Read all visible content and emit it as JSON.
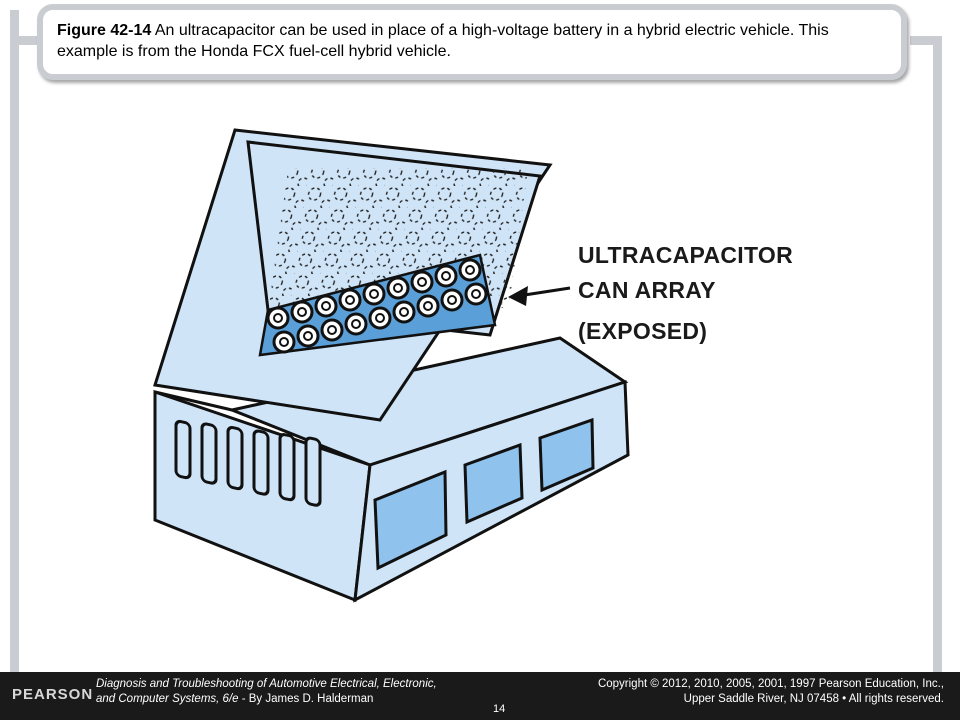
{
  "caption": {
    "label": "Figure 42-14",
    "text": "An ultracapacitor can be used in place of a high-voltage battery in a hybrid electric vehicle. This example is from the Honda FCX fuel-cell hybrid vehicle."
  },
  "callout": {
    "line1": "ULTRACAPACITOR",
    "line2": "CAN ARRAY",
    "line3": "(EXPOSED)"
  },
  "footer": {
    "logo": "PEARSON",
    "book_line1": "Diagnosis and Troubleshooting of Automotive Electrical, Electronic,",
    "book_line2_italic": "and Computer Systems, 6/e",
    "book_line2_author": " - By James D. Halderman",
    "copyright_line1": "Copyright © 2012, 2010, 2005, 2001, 1997 Pearson Education, Inc.,",
    "copyright_line2": "Upper Saddle River, NJ 07458 • All rights reserved.",
    "page_number": "14"
  },
  "colors": {
    "box_fill": "#cfe4f7",
    "can_blue": "#5b9fd8",
    "frame_gray": "#c9cdd2",
    "footer_bg": "#1a1a1a"
  }
}
